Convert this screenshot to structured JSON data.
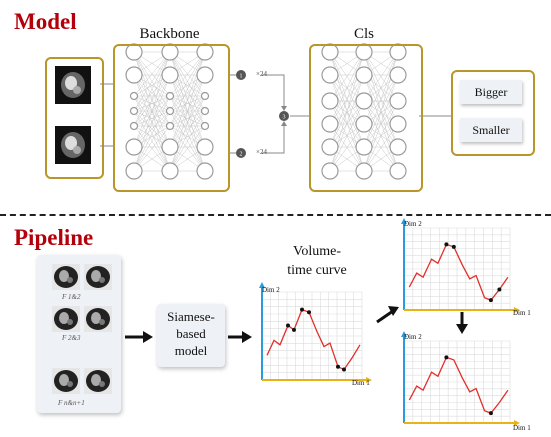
{
  "model": {
    "title": "Model",
    "backbone_label": "Backbone",
    "cls_label": "Cls",
    "repeat_top": "×24",
    "repeat_bottom": "×24",
    "outputs": [
      "Bigger",
      "Smaller"
    ]
  },
  "pipeline": {
    "title": "Pipeline",
    "frame_pairs": [
      "F 1&2",
      "F 2&3",
      "F n&n+1"
    ],
    "siamese_label": [
      "Siamese-",
      "based",
      "model"
    ],
    "curve_label": [
      "Volume-",
      "time curve"
    ],
    "axis_dim1": "Dim 1",
    "axis_dim2": "Dim 2"
  },
  "colors": {
    "title": "#b3000b",
    "gold": "#b8962b",
    "curve": "#e0302a",
    "axis_y": "#2b9be0",
    "axis_x": "#e8b21a"
  }
}
